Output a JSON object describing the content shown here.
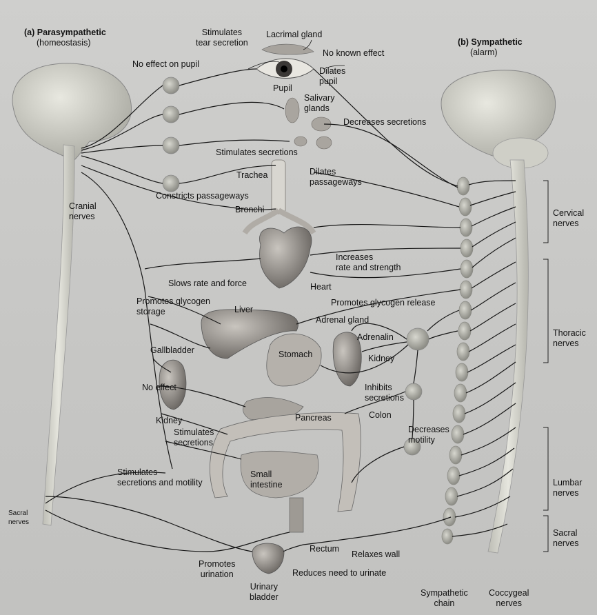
{
  "headings": {
    "parasympathetic_title": "(a) Parasympathetic",
    "parasympathetic_sub": "(homeostasis)",
    "sympathetic_title": "(b) Sympathetic",
    "sympathetic_sub": "(alarm)"
  },
  "labels": {
    "stimulates_tear_1": "Stimulates",
    "stimulates_tear_2": "tear secretion",
    "lacrimal_gland": "Lacrimal gland",
    "no_known_effect": "No known effect",
    "no_effect_pupil": "No effect on pupil",
    "dilates_pupil_1": "Dilates",
    "dilates_pupil_2": "pupil",
    "pupil": "Pupil",
    "salivary_1": "Salivary",
    "salivary_2": "glands",
    "decreases_secretions": "Decreases secretions",
    "stimulates_secretions": "Stimulates secretions",
    "trachea": "Trachea",
    "dilates_passageways_1": "Dilates",
    "dilates_passageways_2": "passageways",
    "constricts_passageways": "Constricts passageways",
    "bronchi": "Bronchi",
    "cranial_1": "Cranial",
    "cranial_2": "nerves",
    "increases_rate_1": "Increases",
    "increases_rate_2": "rate and strength",
    "slows_rate": "Slows rate and force",
    "heart": "Heart",
    "promotes_glycogen_storage_1": "Promotes glycogen",
    "promotes_glycogen_storage_2": "storage",
    "liver": "Liver",
    "promotes_glycogen_release": "Promotes glycogen release",
    "adrenal_gland": "Adrenal gland",
    "gallbladder": "Gallbladder",
    "stomach": "Stomach",
    "adrenalin": "Adrenalin",
    "kidney_right": "Kidney",
    "no_effect": "No effect",
    "inhibits_1": "Inhibits",
    "inhibits_2": "secretions",
    "kidney_left": "Kidney",
    "pancreas": "Pancreas",
    "colon": "Colon",
    "decreases_motility_1": "Decreases",
    "decreases_motility_2": "motility",
    "stimulates_secretions2_1": "Stimulates",
    "stimulates_secretions2_2": "secretions",
    "stimulates_sec_motility_1": "Stimulates",
    "stimulates_sec_motility_2": "secretions and motility",
    "small_intestine_1": "Small",
    "small_intestine_2": "intestine",
    "sacral_left_1": "Sacral",
    "sacral_left_2": "nerves",
    "rectum": "Rectum",
    "relaxes_wall": "Relaxes wall",
    "promotes_urination_1": "Promotes",
    "promotes_urination_2": "urination",
    "reduces_need": "Reduces need to urinate",
    "urinary_bladder_1": "Urinary",
    "urinary_bladder_2": "bladder",
    "sympathetic_chain_1": "Sympathetic",
    "sympathetic_chain_2": "chain",
    "coccygeal_1": "Coccygeal",
    "coccygeal_2": "nerves",
    "cervical_1": "Cervical",
    "cervical_2": "nerves",
    "thoracic_1": "Thoracic",
    "thoracic_2": "nerves",
    "lumbar_1": "Lumbar",
    "lumbar_2": "nerves",
    "sacral_right_1": "Sacral",
    "sacral_right_2": "nerves"
  },
  "colors": {
    "background": "#c9c9c7",
    "nerve": "#1a1a1a",
    "spinal_cord": "#dcdcd4",
    "organ_dark": "#6e6a66",
    "organ_light": "#b9b6b0"
  }
}
